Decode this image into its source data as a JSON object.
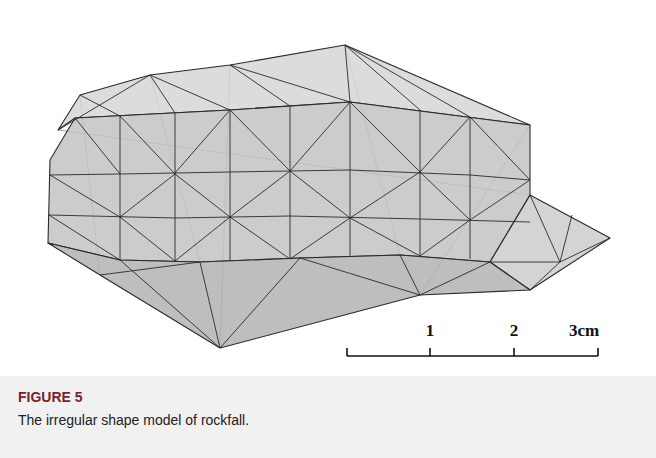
{
  "diagram": {
    "title": "FIGURE 5",
    "caption": "The irregular shape model of rockfall.",
    "labels": [
      "1",
      "2",
      "3cm"
    ]
  }
}
